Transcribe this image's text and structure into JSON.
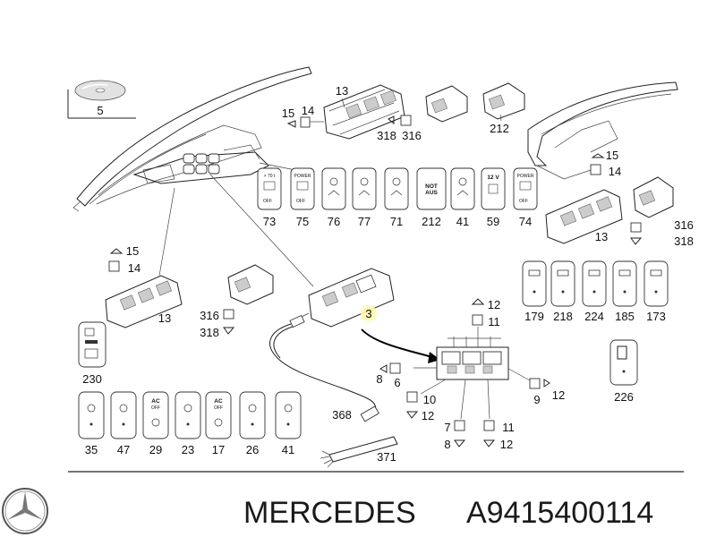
{
  "footer": {
    "brand": "MERCEDES",
    "part_number": "A9415400114"
  },
  "callouts": {
    "cd": "5",
    "sw13_top": "13",
    "c15_top": "15",
    "c14_top": "14",
    "c318_top": "318",
    "c316_top": "316",
    "c212_top": "212",
    "c15_right": "15",
    "c14_right": "14",
    "c13_right": "13",
    "c316_right": "316",
    "c318_right": "318",
    "c15_left": "15",
    "c14_left": "14",
    "c13_left": "13",
    "c316_mid": "316",
    "c318_mid": "318",
    "c3": "3",
    "c368": "368",
    "c371": "371",
    "c12a": "12",
    "c11a": "11",
    "c8a": "8",
    "c6": "6",
    "c10": "10",
    "c12b": "12",
    "c7": "7",
    "c8b": "8",
    "c11b": "11",
    "c12c": "12",
    "c9": "9",
    "c12d": "12"
  },
  "switch_row_top": [
    {
      "num": "73",
      "glyph": "> 70 t"
    },
    {
      "num": "75",
      "glyph": "POWER"
    },
    {
      "num": "76",
      "glyph": ""
    },
    {
      "num": "77",
      "glyph": ""
    },
    {
      "num": "71",
      "glyph": ""
    },
    {
      "num": "212",
      "glyph": "NOT AUS"
    },
    {
      "num": "41",
      "glyph": ""
    },
    {
      "num": "59",
      "glyph": "12 V"
    },
    {
      "num": "74",
      "glyph": "POWER"
    }
  ],
  "switch_row_right": [
    {
      "num": "179"
    },
    {
      "num": "218"
    },
    {
      "num": "224"
    },
    {
      "num": "185"
    },
    {
      "num": "173"
    }
  ],
  "switch_226": {
    "num": "226"
  },
  "switch_230": {
    "num": "230"
  },
  "switch_row_bottom": [
    {
      "num": "35",
      "glyph": ""
    },
    {
      "num": "47",
      "glyph": ""
    },
    {
      "num": "29",
      "glyph": "AC OFF"
    },
    {
      "num": "23",
      "glyph": ""
    },
    {
      "num": "17",
      "glyph": "AC OFF"
    },
    {
      "num": "26",
      "glyph": ""
    },
    {
      "num": "41",
      "glyph": ""
    }
  ],
  "labels": {
    "off": "OFF",
    "power": "POWER"
  }
}
